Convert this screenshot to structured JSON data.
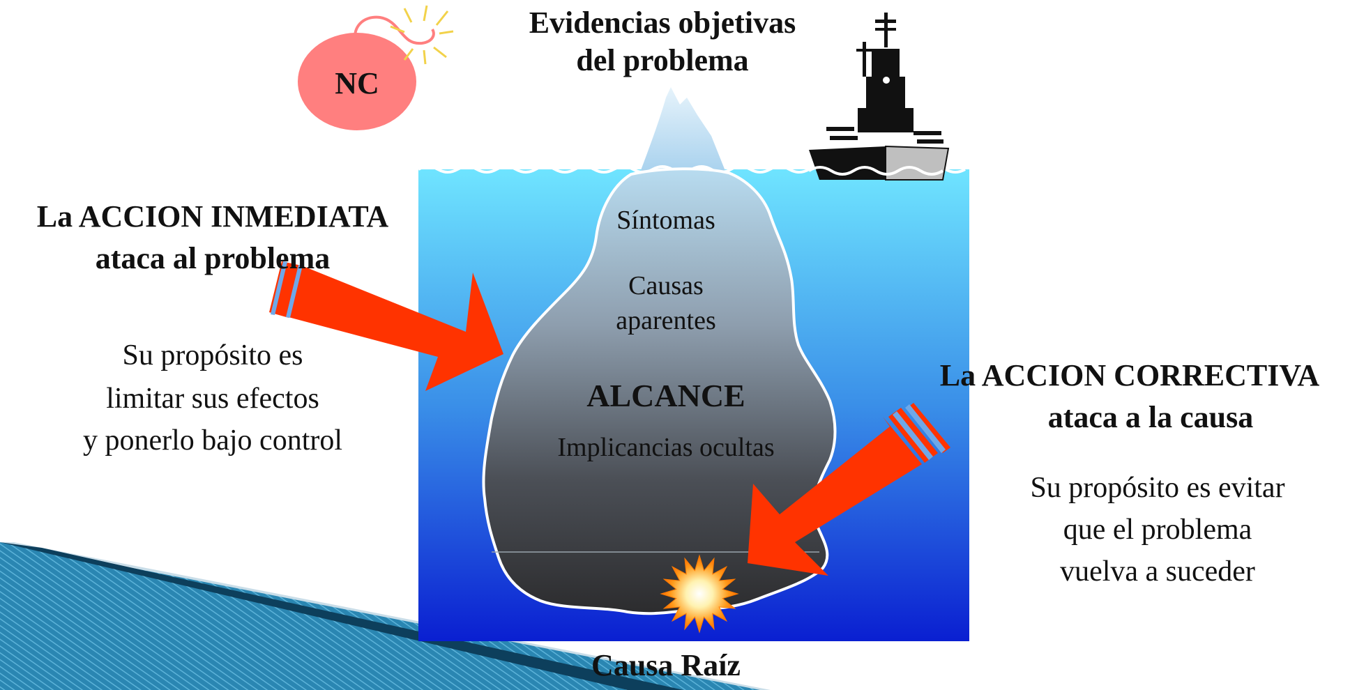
{
  "diagram": {
    "bomb_label": "NC",
    "top_caption": {
      "line1": "Evidencias objetivas",
      "line2": "del problema"
    },
    "iceberg_labels": {
      "sintomas": "Síntomas",
      "causas_line1": "Causas",
      "causas_line2": "aparentes",
      "alcance": "ALCANCE",
      "implicancias": "Implicancias ocultas"
    },
    "root_cause_label": "Causa Raíz",
    "left_block": {
      "heading_line1": "La ACCION INMEDIATA",
      "heading_line2": "ataca al problema",
      "purpose_line1": "Su propósito es",
      "purpose_line2": "limitar sus efectos",
      "purpose_line3": "y ponerlo bajo control"
    },
    "right_block": {
      "heading_line1": "La ACCION CORRECTIVA",
      "heading_line2": "ataca a la causa",
      "purpose_line1": "Su propósito es evitar",
      "purpose_line2": "que el problema",
      "purpose_line3": "vuelva a suceder"
    },
    "colors": {
      "water_top": "#6fe4ff",
      "water_bottom": "#0a1fd1",
      "arrow": "#ff3300",
      "bomb": "#ff7f7f",
      "ship": "#111111",
      "corner_shape": "#1e7fa3"
    }
  }
}
